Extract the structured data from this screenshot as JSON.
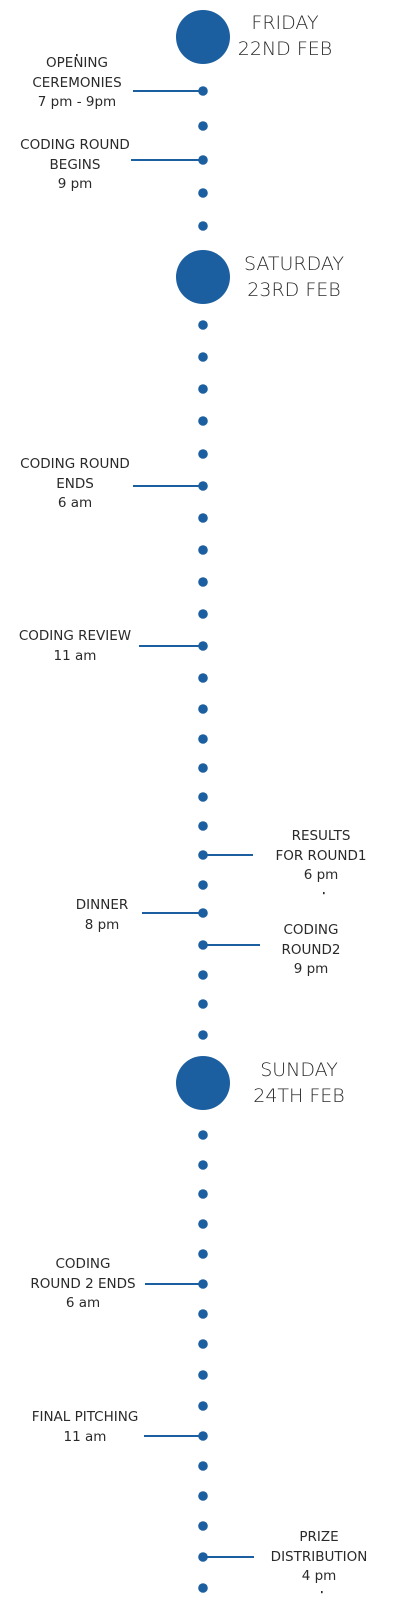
{
  "colors": {
    "accent": "#1c5fa0",
    "text": "#2a2a2a"
  },
  "days": [
    {
      "id": "friday",
      "line1": "FRIDAY",
      "line2": "22ND FEB"
    },
    {
      "id": "saturday",
      "line1": "SATURDAY",
      "line2": "23RD FEB"
    },
    {
      "id": "sunday",
      "line1": "SUNDAY",
      "line2": "24TH FEB"
    }
  ],
  "events": [
    {
      "id": "opening-ceremonies",
      "lines": [
        "OPENING",
        "CEREMONIES",
        "7 pm - 9pm"
      ]
    },
    {
      "id": "coding-round-begins",
      "lines": [
        "CODING ROUND",
        "BEGINS",
        "9 pm"
      ]
    },
    {
      "id": "coding-round-ends",
      "lines": [
        "CODING ROUND",
        "ENDS",
        "6 am"
      ]
    },
    {
      "id": "coding-review",
      "lines": [
        "CODING REVIEW",
        "11 am"
      ]
    },
    {
      "id": "results-round1",
      "lines": [
        "RESULTS",
        "FOR ROUND1",
        "6 pm"
      ]
    },
    {
      "id": "dinner",
      "lines": [
        "DINNER",
        "8 pm"
      ]
    },
    {
      "id": "coding-round2",
      "lines": [
        "CODING",
        "ROUND2",
        "9 pm"
      ]
    },
    {
      "id": "coding-round-2-ends",
      "lines": [
        "CODING",
        "ROUND 2 ENDS",
        "6 am"
      ]
    },
    {
      "id": "final-pitching",
      "lines": [
        "FINAL PITCHING",
        "11 am"
      ]
    },
    {
      "id": "prize-distribution",
      "lines": [
        "PRIZE",
        "DISTRIBUTION",
        "4 pm"
      ]
    }
  ]
}
